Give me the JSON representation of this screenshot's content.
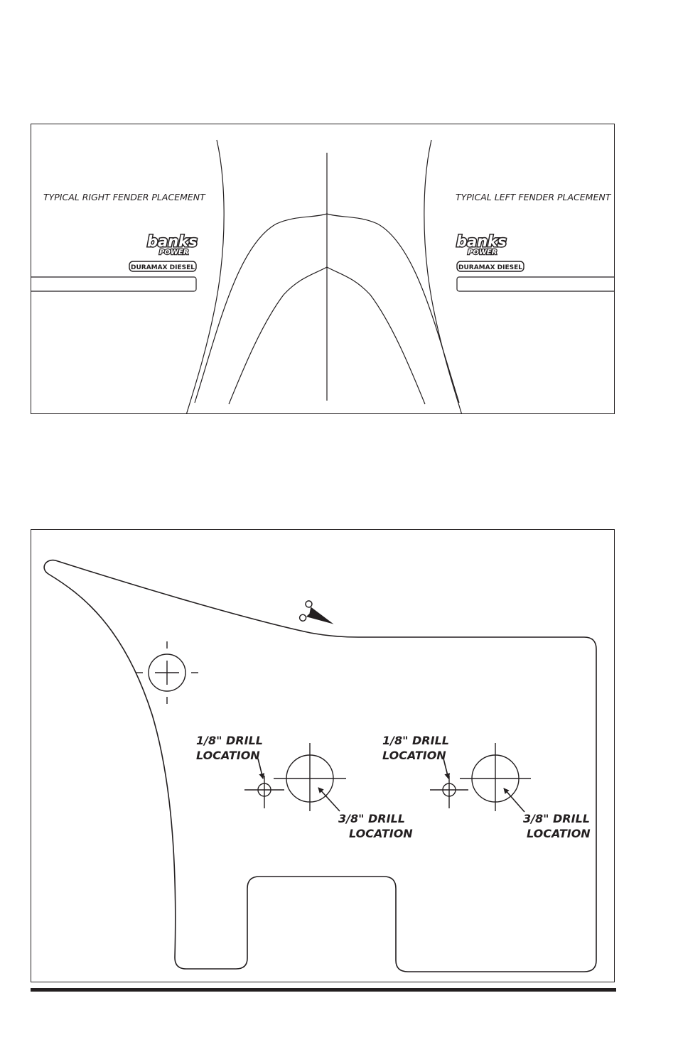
{
  "fender_template": {
    "right_label": "TYPICAL RIGHT FENDER PLACEMENT",
    "left_label": "TYPICAL LEFT FENDER PLACEMENT",
    "logo": {
      "line1": "banks",
      "line2": "POWER"
    },
    "badge": "DURAMAX DIESEL"
  },
  "drill_template": {
    "small_drill_line1": "1/8\" DRILL",
    "small_drill_line2": "LOCATION",
    "large_drill_line1": "3/8\" DRILL",
    "large_drill_line2": "LOCATION"
  },
  "icons": {
    "cut_line": "scissors-icon",
    "registration": "crosshair-icon"
  },
  "colors": {
    "ink": "#231f20",
    "paper": "#ffffff"
  }
}
